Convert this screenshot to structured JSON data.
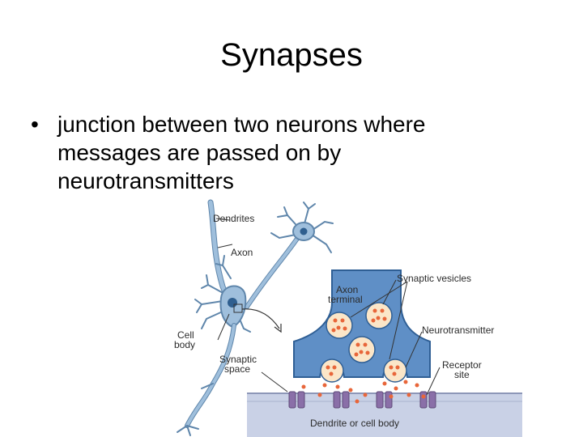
{
  "slide": {
    "title": "Synapses",
    "bullet_marker": "•",
    "bullet_text": "junction between two neurons where messages are passed on by neurotransmitters"
  },
  "diagram": {
    "labels": {
      "dendrites": "Dendrites",
      "axon": "Axon",
      "cell_body_line1": "Cell",
      "cell_body_line2": "body",
      "synaptic_space_line1": "Synaptic",
      "synaptic_space_line2": "space",
      "axon_terminal_line1": "Axon",
      "axon_terminal_line2": "terminal",
      "synaptic_vesicles": "Synaptic vesicles",
      "neurotransmitter": "Neurotransmitter",
      "receptor_site_line1": "Receptor",
      "receptor_site_line2": "site",
      "dendrite_or_cell_body": "Dendrite or cell body"
    },
    "colors": {
      "neuron": "#9fbfdc",
      "neuron_outline": "#5f86ab",
      "nucleus": "#2f5f8f",
      "terminal": "#5f8fc6",
      "terminal_outline": "#2f5f95",
      "vesicle": "#fbe6c8",
      "neurotransmitter": "#e8663a",
      "postsynaptic": "#c9d1e6",
      "receptor": "#8a6fa8"
    }
  }
}
